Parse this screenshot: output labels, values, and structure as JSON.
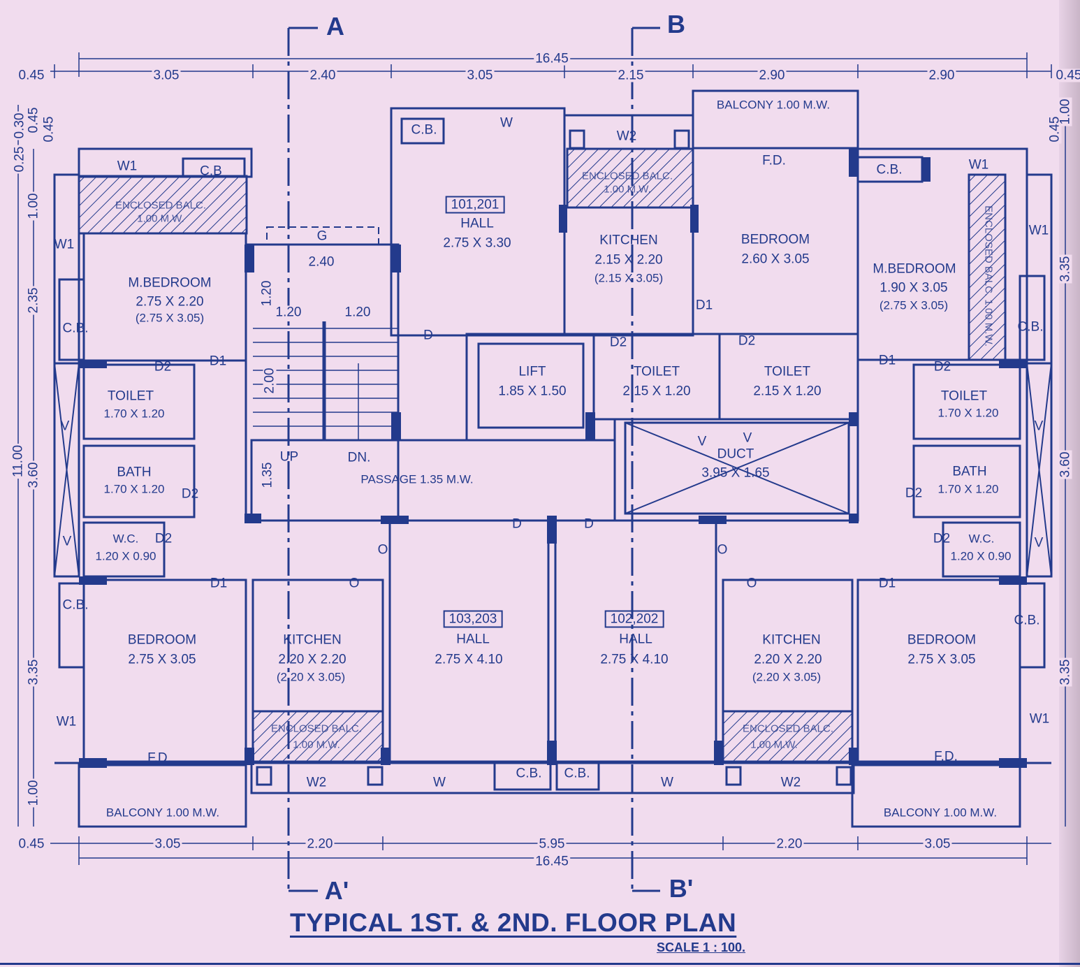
{
  "title": "TYPICAL 1ST. & 2ND. FLOOR PLAN",
  "scale": "SCALE 1 : 100.",
  "colors": {
    "ink": "#233a8c",
    "paper": "#f1dcee"
  },
  "sections": {
    "a": "A",
    "b": "B",
    "a_prime": "A'",
    "b_prime": "B'"
  },
  "dimensions": {
    "top_total": "16.45",
    "top": [
      "0.45",
      "3.05",
      "2.40",
      "3.05",
      "2.15",
      "2.90",
      "2.90",
      "0.45"
    ],
    "bottom": [
      "0.45",
      "3.05",
      "2.20",
      "5.95",
      "2.20",
      "3.05"
    ],
    "bottom_total": "16.45",
    "left": [
      "0.25",
      "0.30",
      "0.45",
      "0.45",
      "1.00",
      "2.35",
      "11.00",
      "3.60",
      "3.35",
      "1.00"
    ],
    "right": [
      "0.45",
      "1.00",
      "3.35",
      "3.60",
      "3.35"
    ],
    "stair": [
      "2.40",
      "1.20",
      "1.20",
      "1.20",
      "2.00",
      "1.35"
    ]
  },
  "labels": {
    "w1": "W1",
    "w2": "W2",
    "w": "W",
    "cb": "C.B.",
    "cb_nodot": "C.B",
    "d": "D",
    "d1": "D1",
    "d2": "D2",
    "fd": "F.D.",
    "v": "V",
    "o": "O",
    "g": "G",
    "up": "UP",
    "dn": "DN.",
    "enclosed_balc": "ENCLOSED BALC.",
    "enclosed_mw": "1.00 M.W.",
    "enclosed_full": "ENCLOSED BALC. 1.00 M.W.",
    "balcony": "BALCONY 1.00 M.W.",
    "passage": "PASSAGE 1.35 M.W."
  },
  "rooms": {
    "mbed_left": {
      "name": "M.BEDROOM",
      "size": "2.75 X 2.20",
      "alt": "(2.75 X 3.05)"
    },
    "toilet_left": {
      "name": "TOILET",
      "size": "1.70 X 1.20"
    },
    "bath_left": {
      "name": "BATH",
      "size": "1.70 X 1.20"
    },
    "wc_left": {
      "name": "W.C.",
      "size": "1.20 X 0.90"
    },
    "bed_bl": {
      "name": "BEDROOM",
      "size": "2.75 X 3.05"
    },
    "hall_101": {
      "unit": "101,201",
      "name": "HALL",
      "size": "2.75 X 3.30"
    },
    "kitchen_top": {
      "name": "KITCHEN",
      "size": "2.15 X 2.20",
      "alt": "(2.15 X 3.05)"
    },
    "bed_top": {
      "name": "BEDROOM",
      "size": "2.60 X 3.05"
    },
    "mbed_right": {
      "name": "M.BEDROOM",
      "size": "1.90 X 3.05",
      "alt": "(2.75 X 3.05)"
    },
    "lift": {
      "name": "LIFT",
      "size": "1.85 X 1.50"
    },
    "toilet_c1": {
      "name": "TOILET",
      "size": "2.15 X 1.20"
    },
    "toilet_c2": {
      "name": "TOILET",
      "size": "2.15 X 1.20"
    },
    "duct": {
      "name": "DUCT",
      "size": "3.95 X 1.65"
    },
    "toilet_right": {
      "name": "TOILET",
      "size": "1.70 X 1.20"
    },
    "bath_right": {
      "name": "BATH",
      "size": "1.70 X 1.20"
    },
    "wc_right": {
      "name": "W.C.",
      "size": "1.20 X 0.90"
    },
    "kitchen_bl": {
      "name": "KITCHEN",
      "size": "2.20 X 2.20",
      "alt": "(2.20 X 3.05)"
    },
    "hall_103": {
      "unit": "103,203",
      "name": "HALL",
      "size": "2.75 X 4.10"
    },
    "hall_102": {
      "unit": "102,202",
      "name": "HALL",
      "size": "2.75 X 4.10"
    },
    "kitchen_br": {
      "name": "KITCHEN",
      "size": "2.20 X 2.20",
      "alt": "(2.20 X 3.05)"
    },
    "bed_br": {
      "name": "BEDROOM",
      "size": "2.75 X 3.05"
    }
  }
}
